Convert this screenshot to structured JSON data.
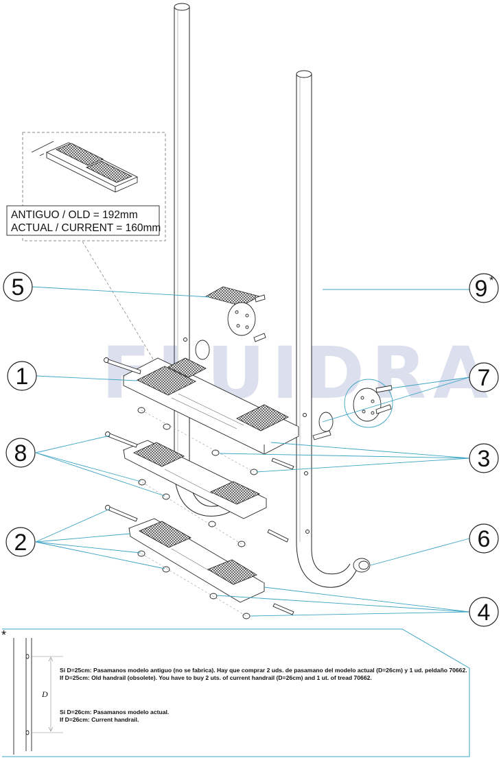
{
  "watermark": "FLUIDRA",
  "inset": {
    "line_old": "ANTIGUO / OLD = 192mm",
    "line_current": "ACTUAL / CURRENT = 160mm"
  },
  "callouts": [
    {
      "id": "1",
      "label": "1"
    },
    {
      "id": "2",
      "label": "2"
    },
    {
      "id": "3",
      "label": "3"
    },
    {
      "id": "4",
      "label": "4"
    },
    {
      "id": "5",
      "label": "5"
    },
    {
      "id": "6",
      "label": "6"
    },
    {
      "id": "7",
      "label": "7"
    },
    {
      "id": "8",
      "label": "8"
    },
    {
      "id": "9",
      "label": "9",
      "mark": "*"
    }
  ],
  "note": {
    "asterisk": "*",
    "d_label": "D",
    "line1": "Si D=25cm: Pasamanos modelo antiguo (no se fabrica). Hay que comprar 2 uds. de pasamano del modelo actual (D=26cm) y 1 ud. peldaño 70662.",
    "line2": "If D=25cm: Old handrail (obsolete). You have to buy 2 uts. of current handrail (D=26cm) and 1 ut. of tread 70662.",
    "line3": "Si D=26cm: Pasamanos modelo actual.",
    "line4": "If D=26cm: Current handrail."
  },
  "colors": {
    "leader": "#3aa3c4",
    "outline": "#222222",
    "watermark": "#3c4d9a"
  }
}
